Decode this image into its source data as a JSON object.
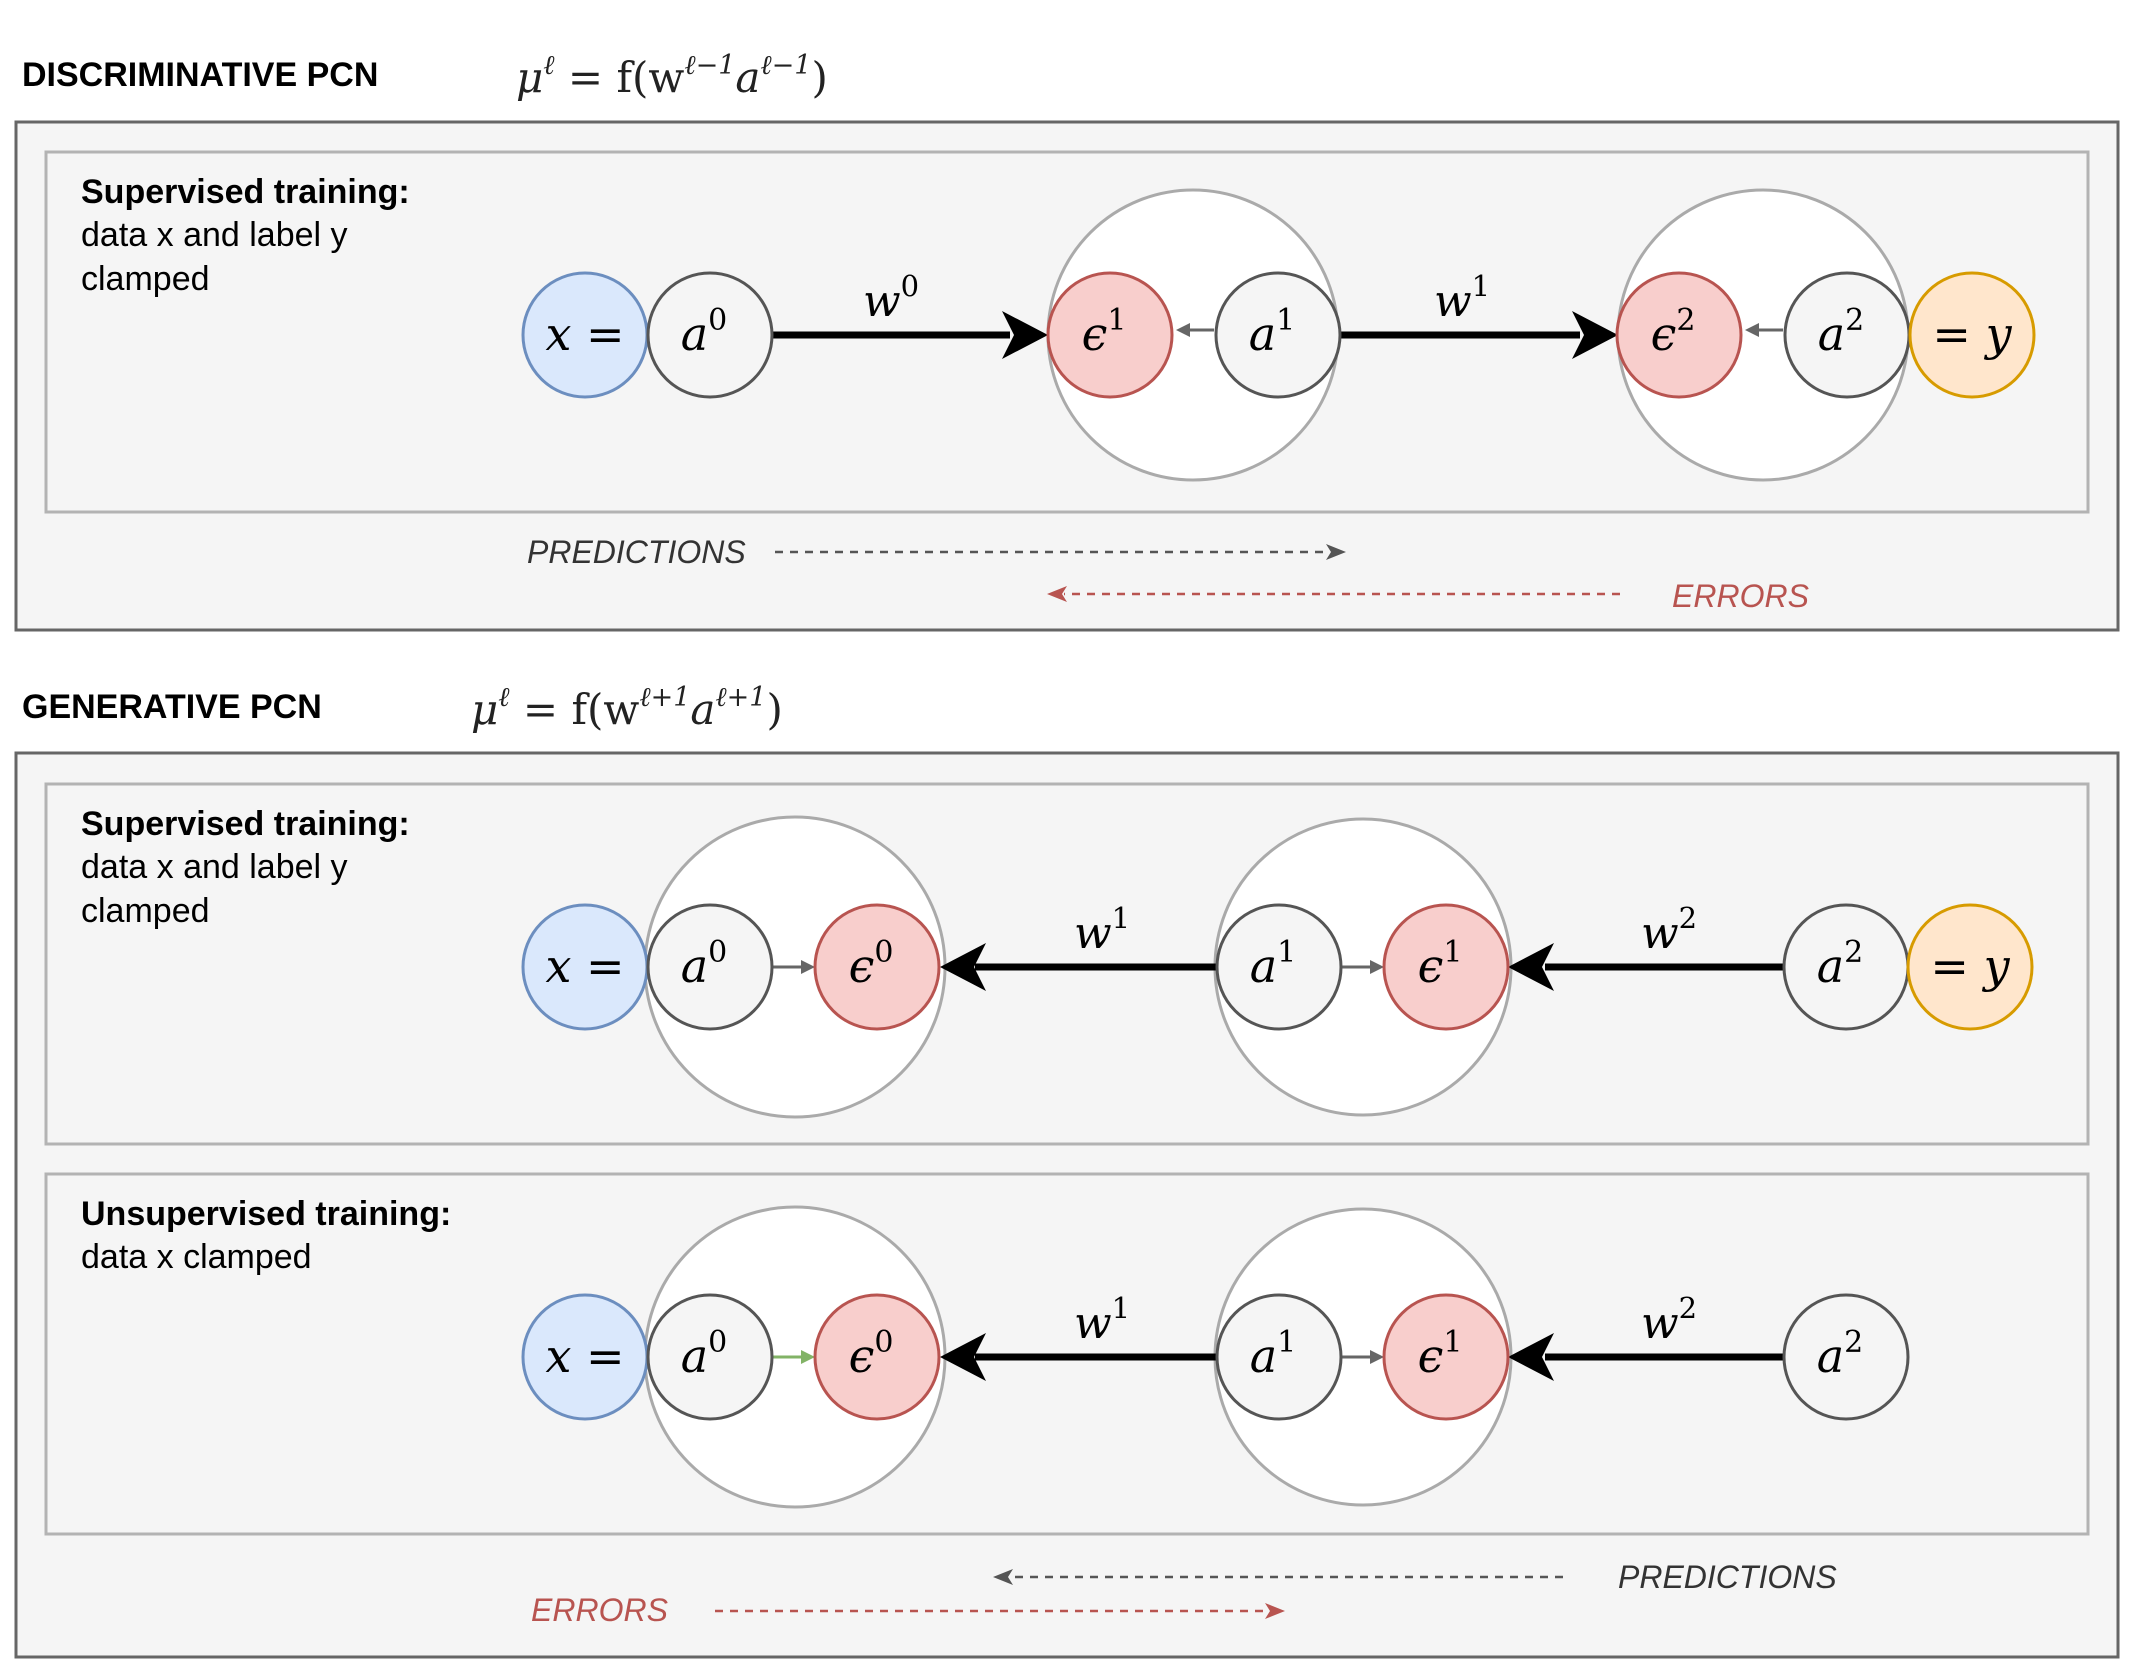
{
  "colors": {
    "data_fill": "#dae8fc",
    "data_stroke": "#6c8ebf",
    "error_fill": "#f8cecc",
    "error_stroke": "#b85450",
    "label_fill": "#ffe6cc",
    "label_stroke": "#d79b00",
    "act_fill": "#f5f5f5",
    "act_stroke": "#555555",
    "panel_fill": "#f5f5f5",
    "panel_stroke": "#b3b3b3",
    "outer_stroke": "#666666",
    "predictions_color": "#555555",
    "errors_color": "#b85450",
    "green_arrow": "#82b366"
  },
  "discriminative": {
    "title": "DISCRIMINATIVE PCN",
    "formula": {
      "mu": "μ",
      "mu_sup": "ℓ",
      "eq": " = f(w",
      "w_sup": "ℓ−1",
      "a": "a",
      "a_sup": "ℓ−1",
      "close": ")"
    },
    "panel": {
      "title": "Supervised training:",
      "desc_line1": "data x and label y",
      "desc_line2": "clamped",
      "x_node": "x =",
      "y_node": "= y",
      "a": "a",
      "eps": "ϵ",
      "a0_sup": "0",
      "a1_sup": "1",
      "a2_sup": "2",
      "eps1_sup": "1",
      "eps2_sup": "2",
      "w0": "w",
      "w0_sup": "0",
      "w1": "w",
      "w1_sup": "1"
    },
    "predictions_label": "PREDICTIONS",
    "errors_label": "ERRORS"
  },
  "generative": {
    "title": "GENERATIVE PCN",
    "formula": {
      "mu": "μ",
      "mu_sup": "ℓ",
      "eq": " = f(w",
      "w_sup": "ℓ+1",
      "a": "a",
      "a_sup": "ℓ+1",
      "close": ")"
    },
    "supervised": {
      "title": "Supervised training:",
      "desc_line1": "data x and label y",
      "desc_line2": "clamped",
      "x_node": "x =",
      "y_node": "= y",
      "a": "a",
      "eps": "ϵ",
      "a0_sup": "0",
      "a1_sup": "1",
      "a2_sup": "2",
      "eps0_sup": "0",
      "eps1_sup": "1",
      "w1": "w",
      "w1_sup": "1",
      "w2": "w",
      "w2_sup": "2"
    },
    "unsupervised": {
      "title": "Unsupervised training:",
      "desc_line1": "data x clamped",
      "x_node": "x =",
      "a": "a",
      "eps": "ϵ",
      "a0_sup": "0",
      "a1_sup": "1",
      "a2_sup": "2",
      "eps0_sup": "0",
      "eps1_sup": "1",
      "w1": "w",
      "w1_sup": "1",
      "w2": "w",
      "w2_sup": "2"
    },
    "predictions_label": "PREDICTIONS",
    "errors_label": "ERRORS"
  }
}
